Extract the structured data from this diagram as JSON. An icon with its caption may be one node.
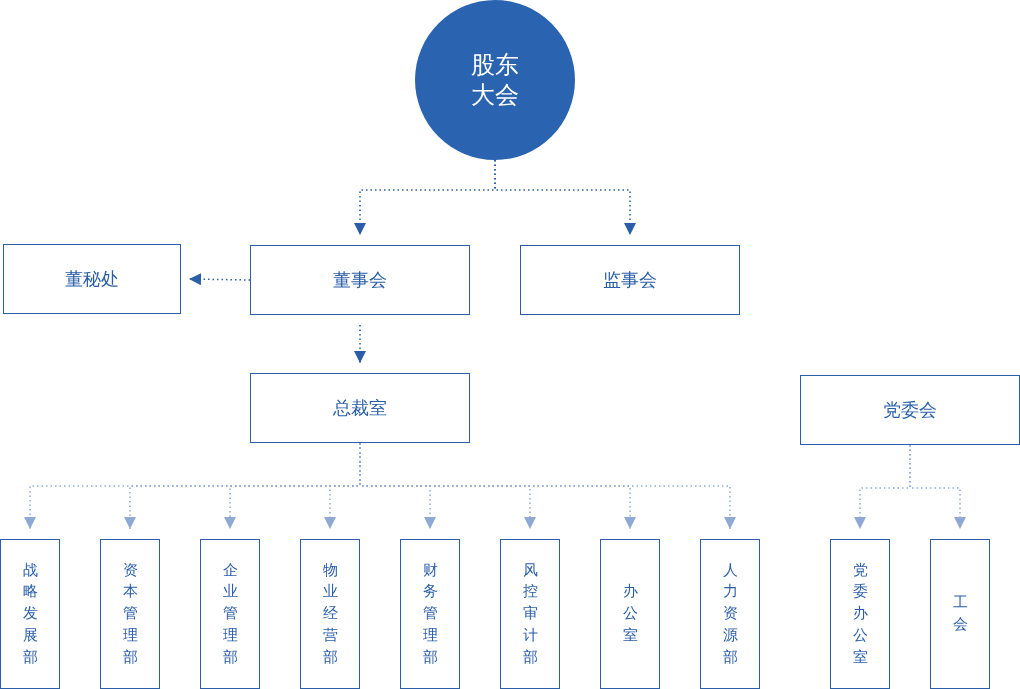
{
  "diagram": {
    "nodes": [
      {
        "text": [
          "股东大会"
        ]
      },
      {
        "text": [
          "董秘处"
        ]
      },
      {
        "text": [
          "董事会"
        ]
      },
      {
        "text": [
          "监事会"
        ]
      },
      {
        "text": [
          "总裁室"
        ]
      },
      {
        "text": [
          "党委会"
        ]
      },
      {
        "text": [
          "战略发展部"
        ]
      },
      {
        "text": [
          "资本管理部"
        ]
      },
      {
        "text": [
          "企业管理部"
        ]
      },
      {
        "text": [
          "物业经营部"
        ]
      },
      {
        "text": [
          "财务管理部"
        ]
      },
      {
        "text": [
          "风控审计部"
        ]
      },
      {
        "text": [
          "办公室"
        ]
      },
      {
        "text": [
          "人力资源部"
        ]
      },
      {
        "text": [
          "党委办公室"
        ]
      },
      {
        "text": [
          "工会"
        ]
      }
    ],
    "edges": [
      {
        "from": 0,
        "to": 2,
        "arrow": "to",
        "color": "#2a5ea8"
      },
      {
        "from": 0,
        "to": 3,
        "arrow": "to",
        "color": "#2a5ea8"
      },
      {
        "from": 2,
        "to": 1,
        "arrow": "to",
        "color": "#2a5ea8"
      },
      {
        "from": 2,
        "to": 4,
        "arrow": "to",
        "color": "#2a5ea8"
      },
      {
        "from": 4,
        "to": 6,
        "arrow": "to"
      },
      {
        "from": 4,
        "to": 7,
        "arrow": "to"
      },
      {
        "from": 4,
        "to": 8,
        "arrow": "to"
      },
      {
        "from": 4,
        "to": 9,
        "arrow": "to"
      },
      {
        "from": 4,
        "to": 10,
        "arrow": "to"
      },
      {
        "from": 4,
        "to": 11,
        "arrow": "to"
      },
      {
        "from": 4,
        "to": 12,
        "arrow": "to"
      },
      {
        "from": 4,
        "to": 13,
        "arrow": "to"
      },
      {
        "from": 5,
        "to": 14,
        "arrow": "to"
      },
      {
        "from": 5,
        "to": 15,
        "arrow": "to"
      }
    ]
  }
}
